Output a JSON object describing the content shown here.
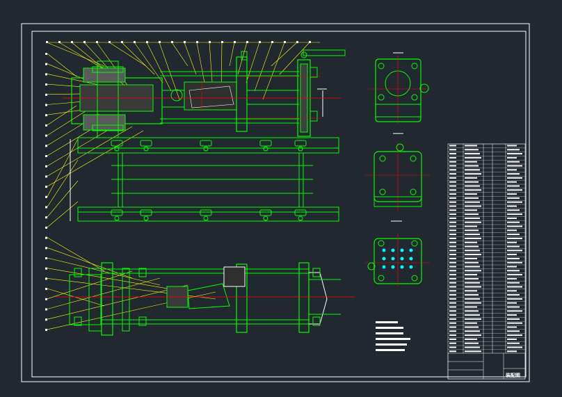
{
  "drawing": {
    "title_block_label": "装配图",
    "colors": {
      "background": "#212830",
      "frame": "#ffffff",
      "part": "#00ff00",
      "center": "#ff0000",
      "leader": "#ffff00",
      "balloon": "#ffffff",
      "hatch": "#ffffff"
    },
    "balloon_count_top": 22,
    "balloon_count_left": 28,
    "parts_table_rows": 52
  }
}
